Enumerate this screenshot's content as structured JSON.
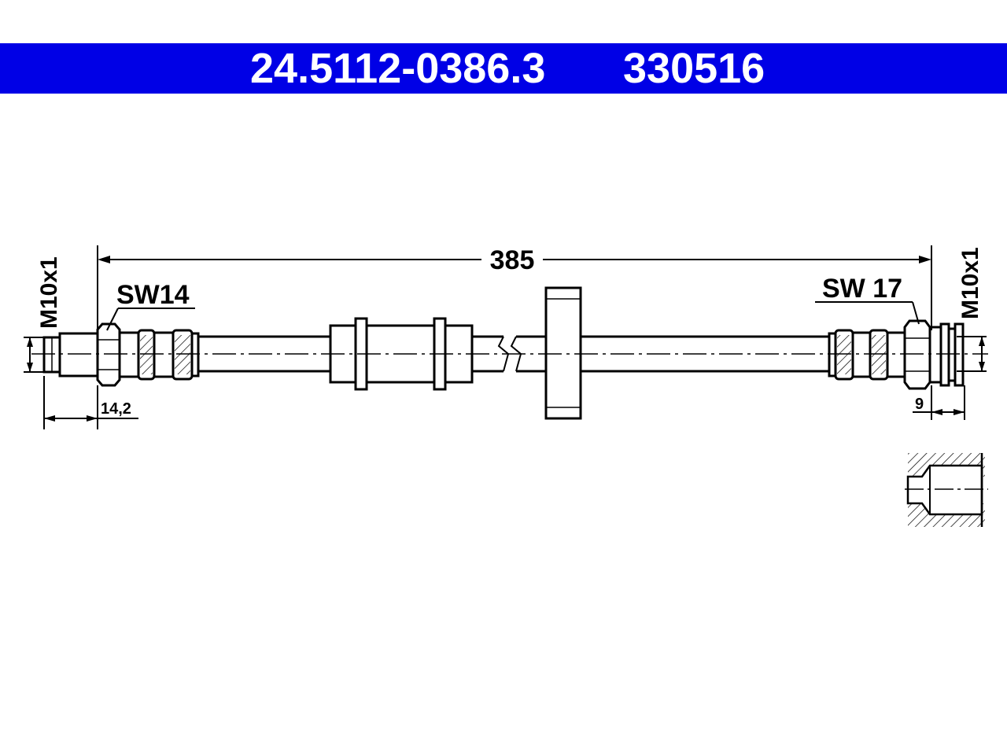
{
  "header": {
    "part_number": "24.5112-0386.3",
    "ref_number": "330516",
    "background_color": "#0000e6",
    "text_color": "#ffffff"
  },
  "dimensions": {
    "overall_length": "385",
    "left_wrench_size": "SW14",
    "right_wrench_size": "SW 17",
    "left_thread": "M10x1",
    "right_thread": "M10x1",
    "left_thread_length": "14,2",
    "right_thread_depth": "9"
  },
  "line_color": "#000000"
}
